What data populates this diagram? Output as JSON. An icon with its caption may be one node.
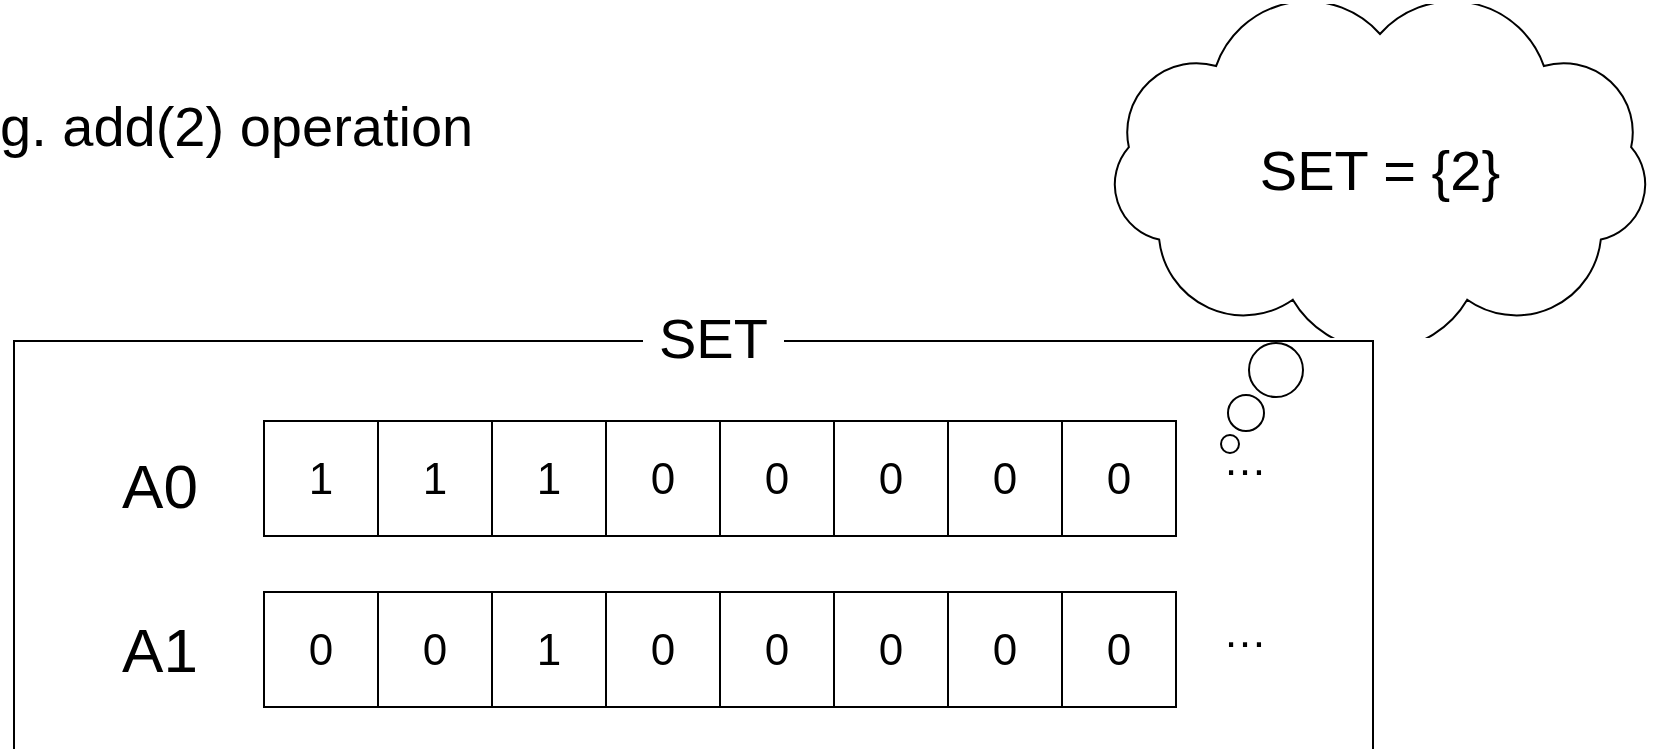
{
  "diagram": {
    "nodes": [
      {
        "text": [
          "SET = {2}"
        ]
      },
      {
        "text": [
          "SET"
        ]
      },
      {
        "text": [
          "1"
        ],
        "in": 1
      },
      {
        "text": [
          "1"
        ],
        "in": 1
      },
      {
        "text": [
          "1"
        ],
        "in": 1
      },
      {
        "text": [
          "0"
        ],
        "in": 1
      },
      {
        "text": [
          "0"
        ],
        "in": 1
      },
      {
        "text": [
          "0"
        ],
        "in": 1
      },
      {
        "text": [
          "0"
        ],
        "in": 1
      },
      {
        "text": [
          "0"
        ],
        "in": 1
      },
      {
        "text": [
          "0"
        ],
        "in": 1
      },
      {
        "text": [
          "0"
        ],
        "in": 1
      },
      {
        "text": [
          "1"
        ],
        "in": 1
      },
      {
        "text": [
          "0"
        ],
        "in": 1
      },
      {
        "text": [
          "0"
        ],
        "in": 1
      },
      {
        "text": [
          "0"
        ],
        "in": 1
      },
      {
        "text": [
          "0"
        ],
        "in": 1
      },
      {
        "text": [
          "0"
        ],
        "in": 1
      }
    ],
    "edges": [],
    "labels": [
      "g. add(2) operation",
      "A0",
      "…",
      "A1",
      "…"
    ]
  }
}
